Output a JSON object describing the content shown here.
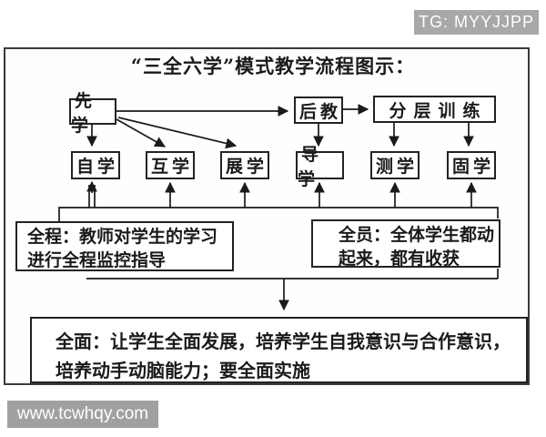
{
  "badge": {
    "text": "TG: MYYJJPP"
  },
  "watermark": {
    "text": "www.tcwhqy.com"
  },
  "diagram": {
    "title": "“三全六学”模式教学流程图示：",
    "nodes": {
      "xianxue": "先学",
      "houjiao": "后教",
      "fenceng": "分层训练",
      "zixue": "自学",
      "huxue": "互学",
      "zhanxue": "展学",
      "daoxue": "导学",
      "cexue": "测学",
      "guxue": "固学"
    },
    "quancheng": {
      "line1": "全程：教师对学生的学习",
      "line2": "进行全程监控指导"
    },
    "quanyuan": {
      "line1": "全员：全体学生都动",
      "line2": "起来，都有收获"
    },
    "quanmian": {
      "line1": "全面：让学生全面发展，培养学生自我意识与合作意识，",
      "line2": "培养动手动脑能力；要全面实施"
    },
    "edges": [
      "先学→后教",
      "后教→分层训练",
      "先学→自学",
      "先学→互学",
      "先学→展学",
      "后教→导学",
      "分层训练→测学",
      "分层训练→固学",
      "全程/全员→自学·互学·展学·导学·测学·固学",
      "全程/全员→全面"
    ],
    "colors": {
      "line": "#1a1a1a",
      "box_border": "#222222",
      "badge_bg": "#a8a8a8",
      "watermark_bg": "#a0a0a0",
      "frame_border": "#3a3a3a",
      "background": "#ffffff"
    }
  }
}
